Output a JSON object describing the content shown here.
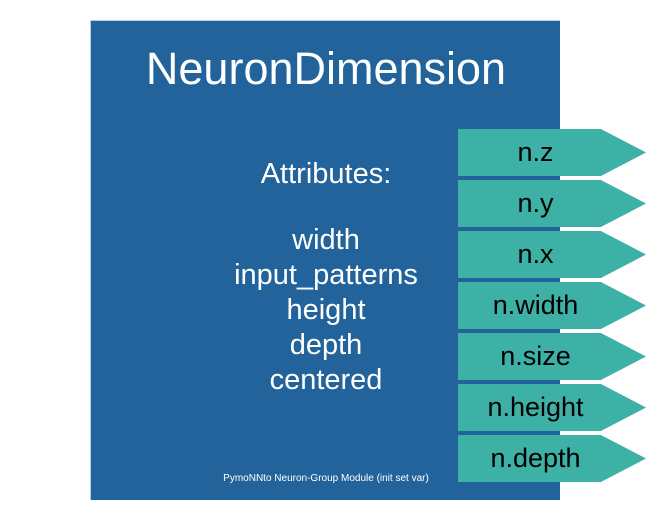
{
  "diagram": {
    "type": "class-callout-diagram",
    "colors": {
      "panel_blue": "#23639B",
      "arrow_teal": "#3DB1A6",
      "panel_text": "#FFFFFF",
      "arrow_text": "#000000",
      "background": "#FFFFFF"
    },
    "panel": {
      "title": "NeuronDimension",
      "attributes_label": "Attributes:",
      "attributes": [
        "width",
        "input_patterns",
        "height",
        "depth",
        "centered"
      ],
      "footer": "PymoNNto Neuron-Group Module (init set var)"
    },
    "callouts": [
      {
        "label": "n.z"
      },
      {
        "label": "n.y"
      },
      {
        "label": "n.x"
      },
      {
        "label": "n.width"
      },
      {
        "label": "n.size"
      },
      {
        "label": "n.height"
      },
      {
        "label": "n.depth"
      }
    ]
  }
}
